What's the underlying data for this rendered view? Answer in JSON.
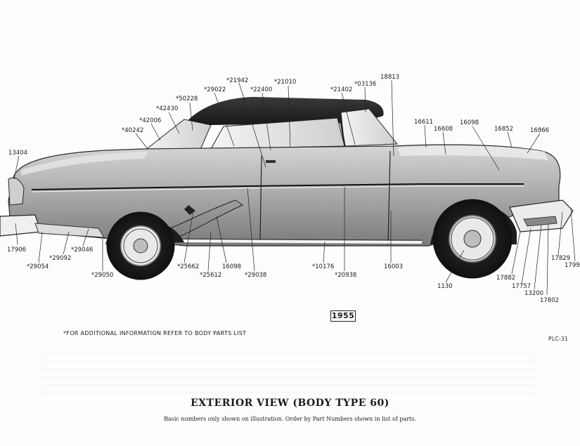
{
  "document": {
    "year": "1955",
    "footnote": "*FOR ADDITIONAL INFORMATION REFER TO BODY PARTS LIST",
    "plate_id": "PLC-31",
    "title": "EXTERIOR VIEW (BODY TYPE 60)",
    "subtitle": "Basic numbers only shown on illustration.  Order by Part Numbers shown in list of parts."
  },
  "callouts": [
    {
      "id": "c01",
      "text": "*21942"
    },
    {
      "id": "c02",
      "text": "*22400"
    },
    {
      "id": "c03",
      "text": "*21010"
    },
    {
      "id": "c04",
      "text": "*21402"
    },
    {
      "id": "c05",
      "text": "*03136"
    },
    {
      "id": "c06",
      "text": "18813"
    },
    {
      "id": "c07",
      "text": "*29022"
    },
    {
      "id": "c08",
      "text": "*50228"
    },
    {
      "id": "c09",
      "text": "*42430"
    },
    {
      "id": "c10",
      "text": "*42006"
    },
    {
      "id": "c11",
      "text": "*40242"
    },
    {
      "id": "c12",
      "text": "13404"
    },
    {
      "id": "c13",
      "text": "16611"
    },
    {
      "id": "c14",
      "text": "16608"
    },
    {
      "id": "c15",
      "text": "16098"
    },
    {
      "id": "c16",
      "text": "16852"
    },
    {
      "id": "c17",
      "text": "16866"
    },
    {
      "id": "c18",
      "text": "17906"
    },
    {
      "id": "c19",
      "text": "*29054"
    },
    {
      "id": "c20",
      "text": "*29092"
    },
    {
      "id": "c21",
      "text": "*29046"
    },
    {
      "id": "c22",
      "text": "*29050"
    },
    {
      "id": "c23",
      "text": "*25662"
    },
    {
      "id": "c24",
      "text": "*25612"
    },
    {
      "id": "c25",
      "text": "16098"
    },
    {
      "id": "c26",
      "text": "*29038"
    },
    {
      "id": "c27",
      "text": "*10176"
    },
    {
      "id": "c28",
      "text": "*20938"
    },
    {
      "id": "c29",
      "text": "16003"
    },
    {
      "id": "c30",
      "text": "1130"
    },
    {
      "id": "c31",
      "text": "17882"
    },
    {
      "id": "c32",
      "text": "17757"
    },
    {
      "id": "c33",
      "text": "13200"
    },
    {
      "id": "c34",
      "text": "17802"
    },
    {
      "id": "c35",
      "text": "17829"
    },
    {
      "id": "c36",
      "text": "1799"
    }
  ]
}
